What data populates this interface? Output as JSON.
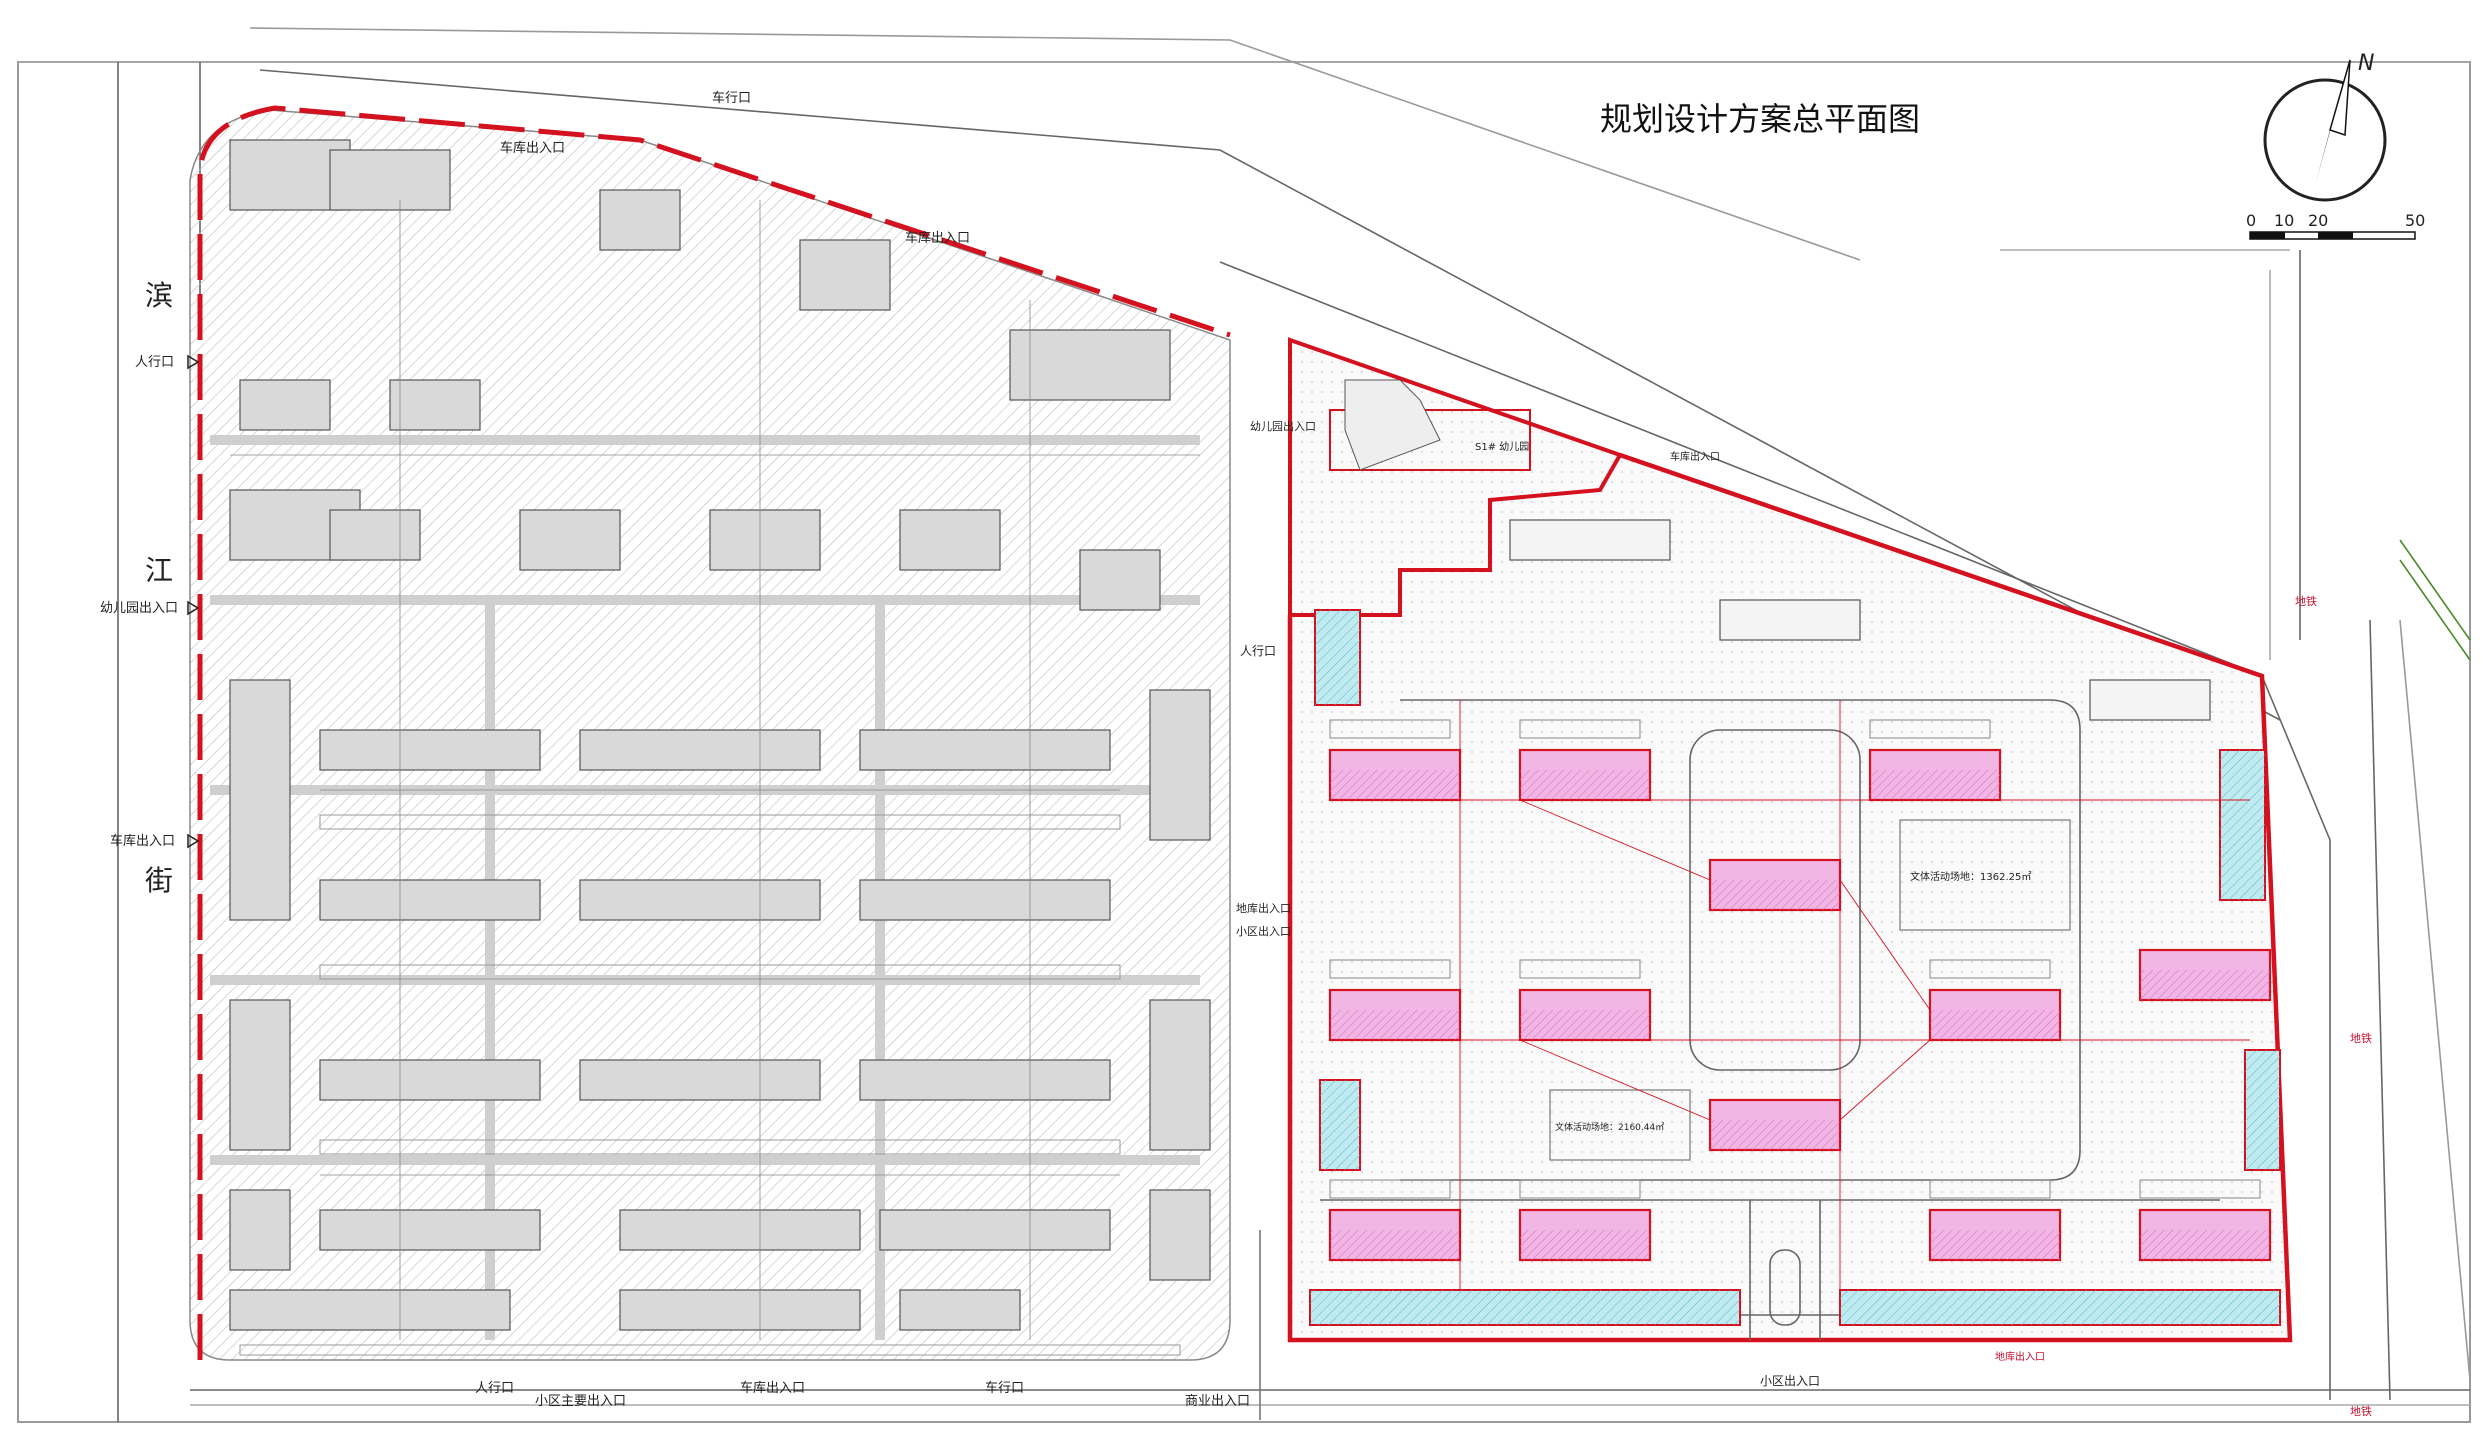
{
  "title": "规划设计方案总平面图",
  "compass": {
    "north_label": "N"
  },
  "scale_bar": {
    "labels": [
      "0",
      "10",
      "20",
      "50"
    ]
  },
  "street_name": [
    "滨",
    "江",
    "街"
  ],
  "left_entrances": [
    "人行口",
    "幼儿园出入口",
    "车库出入口"
  ],
  "top_entrances": [
    "车行口",
    "车库出入口",
    "车库出入口"
  ],
  "bottom_entrances": [
    "人行口",
    "小区主要出入口",
    "车库出入口",
    "车行口",
    "商业出入口"
  ],
  "east_site_labels": {
    "kindergarten_entry": "幼儿园出入口",
    "pedestrian_mid": "人行口",
    "garage_east": "地库出入口",
    "community_east": "小区出入口",
    "community_bottom": "小区出入口",
    "garage_bottom": "地库出入口",
    "top_entry": "车库出入口",
    "kindergarten": "S1# 幼儿园",
    "activity_center": "文体活动场地：1362.25㎡",
    "activity_small": "文体活动场地：2160.44㎡"
  },
  "subway_label": "地铁",
  "colors": {
    "boundary_red": "#d4111e",
    "building_pink": "#f1b6e4",
    "commercial_cyan": "#bfeaf0",
    "hatch": "#b9b9b9",
    "road": "#555555"
  }
}
